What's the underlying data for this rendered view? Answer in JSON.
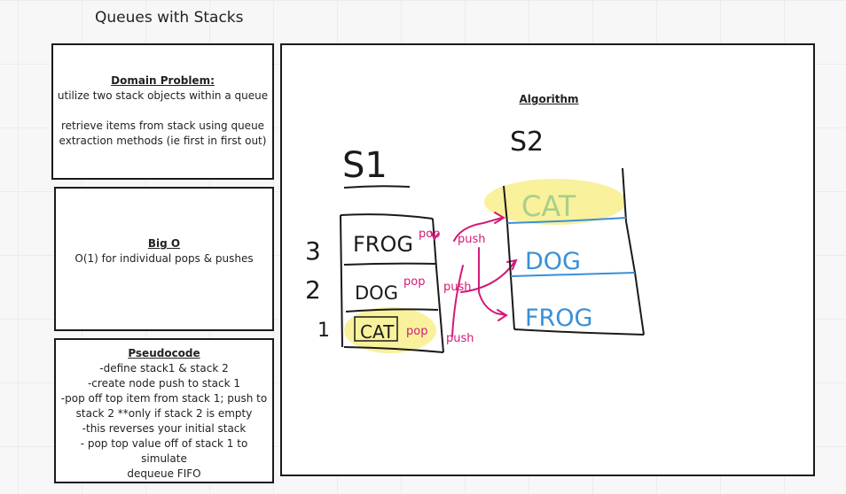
{
  "board": {
    "title": "Queues with Stacks"
  },
  "domain_problem": {
    "heading": "Domain Problem:",
    "line1": "utilize two stack objects within a queue",
    "line2": "retrieve items from stack using queue",
    "line3": "extraction methods (ie first in first out)"
  },
  "big_o": {
    "heading": "Big O",
    "line1": "O(1) for individual pops & pushes"
  },
  "pseudocode": {
    "heading": "Pseudocode",
    "lines": [
      "-define stack1 & stack 2",
      "-create node push to stack 1",
      "-pop off top item from stack 1; push to",
      "stack 2 **only if stack 2 is empty",
      "-this reverses your initial stack",
      "- pop top value off of stack 1 to simulate",
      "dequeue FIFO"
    ]
  },
  "algorithm": {
    "heading": "Algorithm",
    "s1_label": "S1",
    "s2_label": "S2",
    "row_numbers": [
      "3",
      "2",
      "1"
    ],
    "s1_items": [
      "FROG",
      "DOG",
      "CAT"
    ],
    "s2_items": [
      "CAT",
      "DOG",
      "FROG"
    ],
    "pop_label": "pop",
    "push_label": "push"
  },
  "colors": {
    "ink": "#1a1a1a",
    "highlight": "#f7ec7a",
    "magenta": "#d21a78",
    "blue": "#3a8fd8",
    "cat_green": "#a8cf8a"
  }
}
